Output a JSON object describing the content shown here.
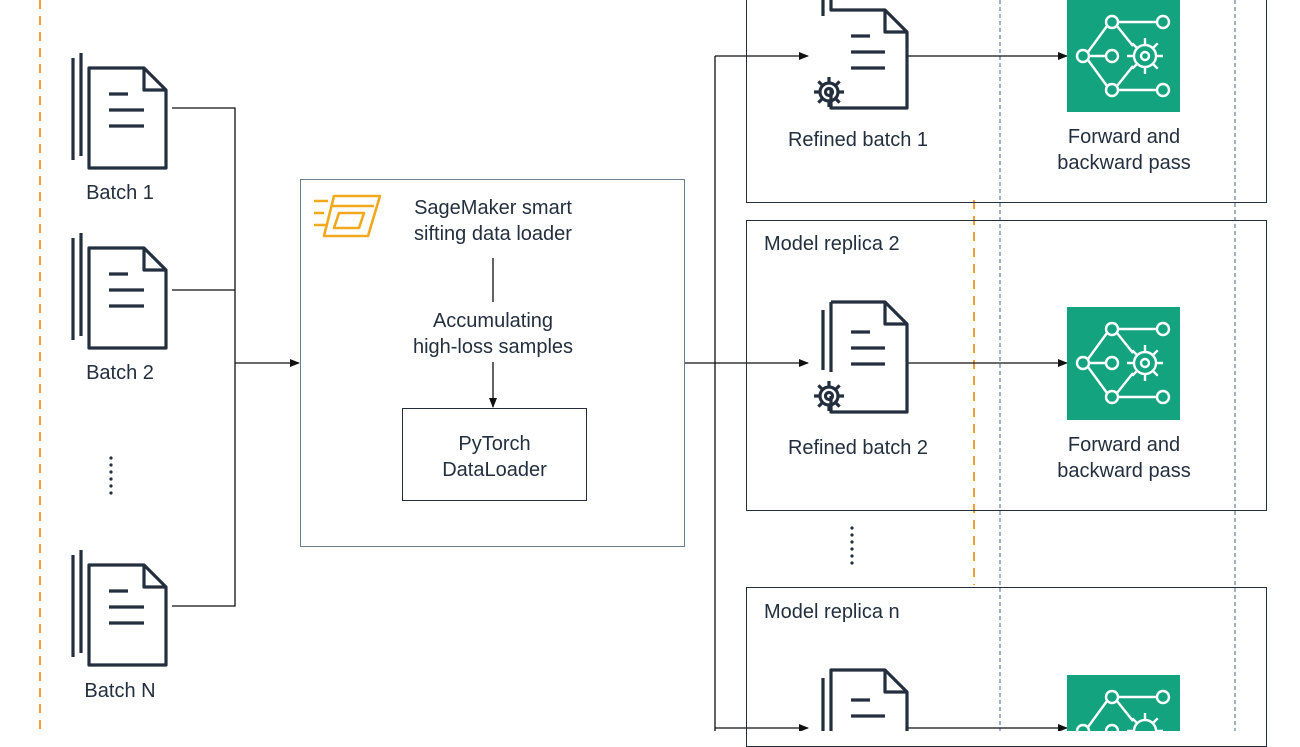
{
  "batches": [
    {
      "label": "Batch 1"
    },
    {
      "label": "Batch 2"
    },
    {
      "label": "Batch N"
    }
  ],
  "loader": {
    "title_line1": "SageMaker smart",
    "title_line2": "sifting data loader",
    "step_line1": "Accumulating",
    "step_line2": "high-loss samples",
    "inner_line1": "PyTorch",
    "inner_line2": "DataLoader"
  },
  "replicas": [
    {
      "title": "",
      "batch_label": "Refined batch 1",
      "pass_line1": "Forward and",
      "pass_line2": "backward pass"
    },
    {
      "title": "Model replica 2",
      "batch_label": "Refined batch 2",
      "pass_line1": "Forward and",
      "pass_line2": "backward pass"
    },
    {
      "title": "Model replica n",
      "batch_label": "",
      "pass_line1": "",
      "pass_line2": ""
    }
  ],
  "icons": {
    "document_stack": "document-stack-icon",
    "loader": "sagemaker-data-loader-icon",
    "refined_batch": "document-gear-icon",
    "neural_net": "neural-network-gear-icon"
  },
  "colors": {
    "ink": "#232f3e",
    "orange_dash": "#f29c38",
    "loader_border": "#6b7f8f",
    "loader_icon": "#f2a81d",
    "nn_fill": "#14a37f",
    "guide_dash": "#4a6079"
  }
}
